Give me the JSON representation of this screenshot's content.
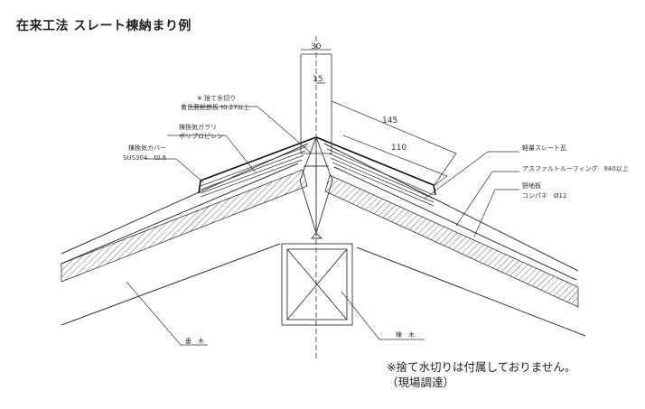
{
  "title": "在来工法 スレート棟納まり例",
  "dimensions": {
    "d30": "30",
    "d15": "15",
    "d145": "145",
    "d110": "110"
  },
  "labels": {
    "flashing": "※ 捨て水切り",
    "flashing_material": "着色亜鉛鉄板 t0.27以上",
    "vent_gallery": "棟換気ガラリ",
    "vent_gallery_material": "ポリプロピレン",
    "vent_cover": "棟換気カバー",
    "vent_cover_material": "SUS304　t0.6",
    "slate": "軽量スレート瓦",
    "roofing": "アスファルトルーフィング　940以上",
    "sheathing": "野地板",
    "sheathing_material": "コンパネ　Ø12",
    "rafter": "垂　木",
    "ridge_beam": "棟　木"
  },
  "note": {
    "line1": "※捨て水切りは付属しておりません。",
    "line2": "（現場調達）"
  }
}
